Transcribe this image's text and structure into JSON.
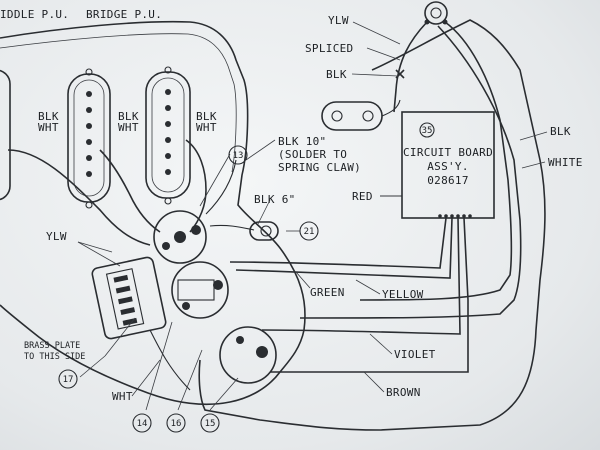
{
  "labels": {
    "middle_pu": "IDDLE P.U.",
    "bridge_pu": "BRIDGE P.U.",
    "ylw_top": "YLW",
    "spliced": "SPLICED",
    "blk_top": "BLK",
    "blk_right": "BLK",
    "white_right": "WHITE",
    "blk_wht_left_1": "BLK",
    "blk_wht_left_2": "WHT",
    "blk_wht_mid_1": "BLK",
    "blk_wht_mid_2": "WHT",
    "blk_wht_right_1": "BLK",
    "blk_wht_right_2": "WHT",
    "blk_10_line1": "BLK 10\"",
    "blk_10_line2": "(SOLDER TO",
    "blk_10_line3": "SPRING CLAW)",
    "blk_6": "BLK 6\"",
    "board_line1": "CIRCUIT BOARD",
    "board_line2": "ASS'Y.",
    "board_line3": "028617",
    "board_num": "35",
    "red": "RED",
    "ylw_left": "YLW",
    "green": "GREEN",
    "yellow": "YELLOW",
    "violet": "VIOLET",
    "brown": "BROWN",
    "wht_bottom": "WHT",
    "brass_line1": "BRASS PLATE",
    "brass_line2": "TO THIS SIDE"
  },
  "callouts": {
    "c13": "13",
    "c21": "21",
    "c17": "17",
    "c14": "14",
    "c16": "16",
    "c15": "15"
  }
}
